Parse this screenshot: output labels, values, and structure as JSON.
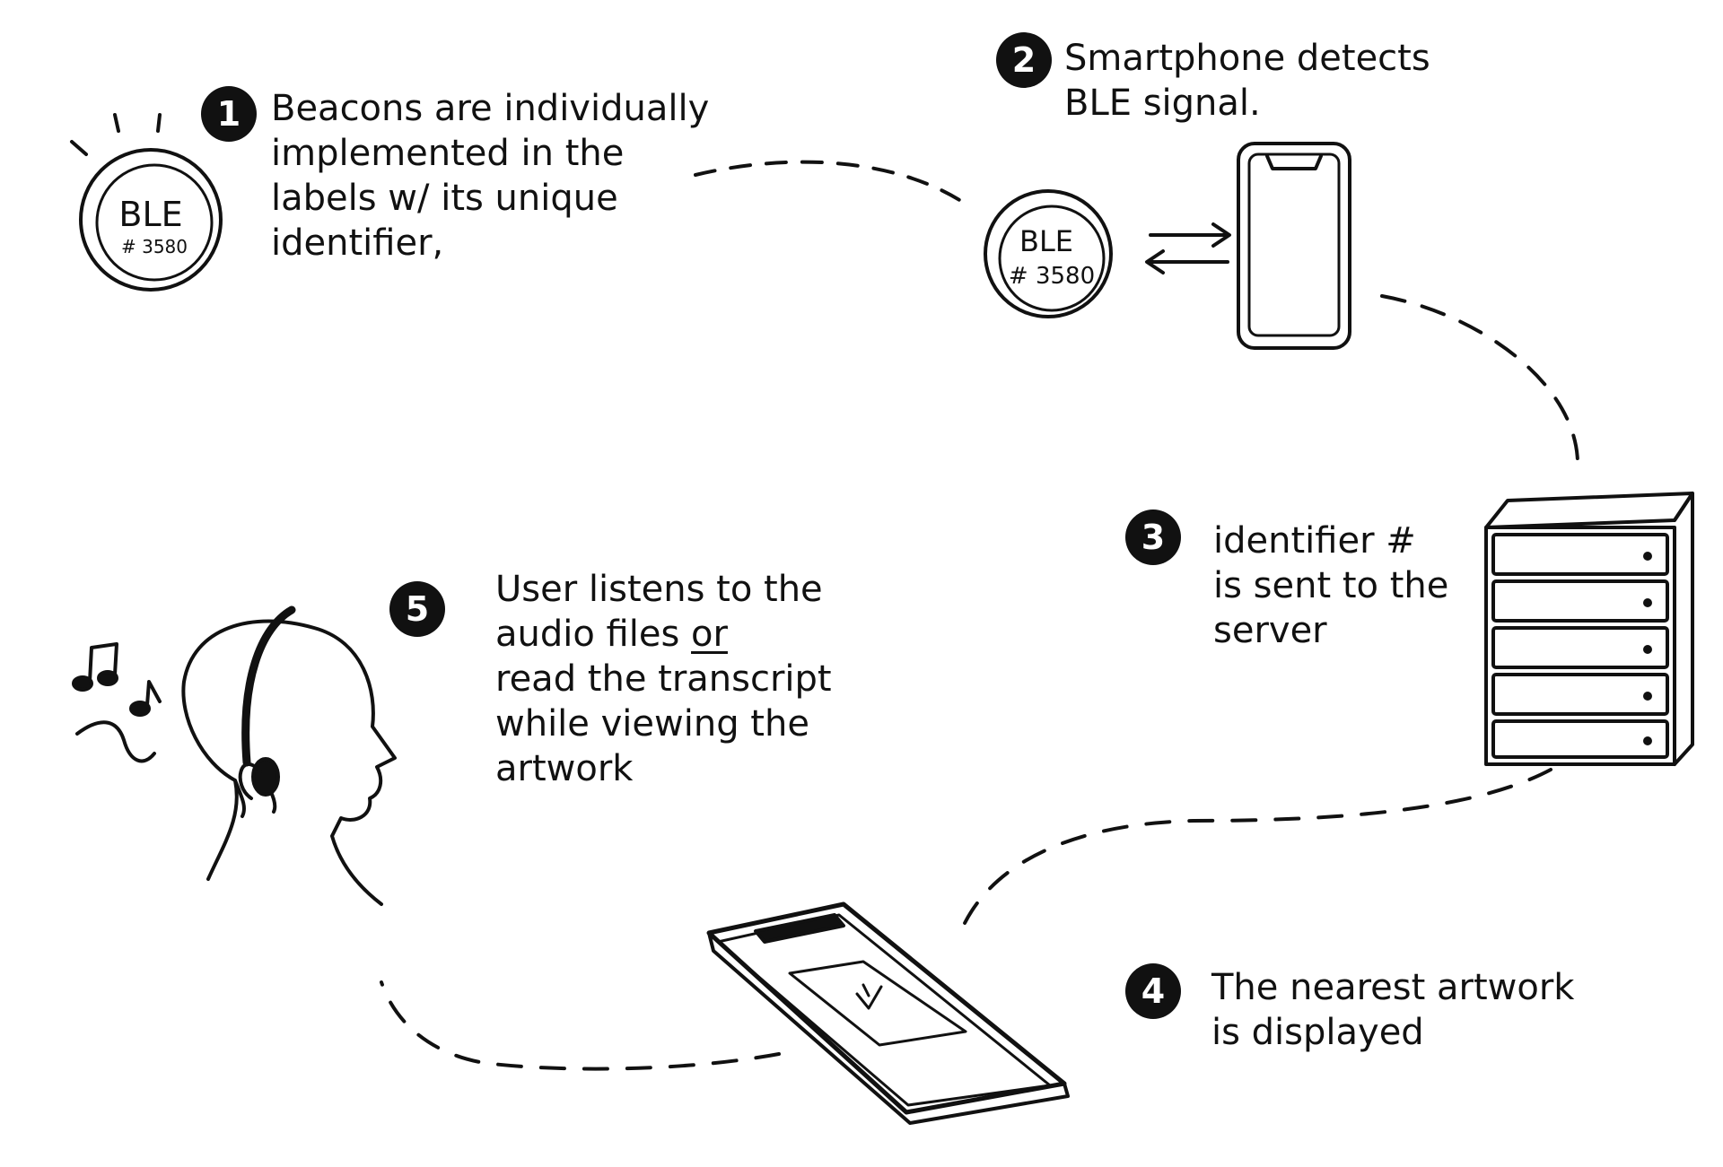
{
  "steps": [
    {
      "number": "1",
      "text": "Beacons are individually\nimplemented in the\nlabels w/ its unique\nidentifier,"
    },
    {
      "number": "2",
      "text": "Smartphone detects\nBLE signal."
    },
    {
      "number": "3",
      "text": "identifier #\nis sent to the\nserver"
    },
    {
      "number": "4",
      "text": "The nearest artwork\nis displayed"
    },
    {
      "number": "5",
      "text_before": "User listens to the\naudio files ",
      "text_emphasis": "or",
      "text_after": "\nread the transcript\nwhile viewing the\nartwork"
    }
  ],
  "beacon_a": {
    "label": "BLE",
    "id": "# 3580"
  },
  "beacon_b": {
    "label": "BLE",
    "id": "# 3580"
  },
  "icons": {
    "beacon": "ble-beacon-icon",
    "phone": "smartphone-icon",
    "server": "server-rack-icon",
    "tablet": "phone-display-icon",
    "listener": "person-headphones-icon",
    "music": "music-notes-icon"
  },
  "colors": {
    "ink": "#111111",
    "background": "#ffffff"
  }
}
